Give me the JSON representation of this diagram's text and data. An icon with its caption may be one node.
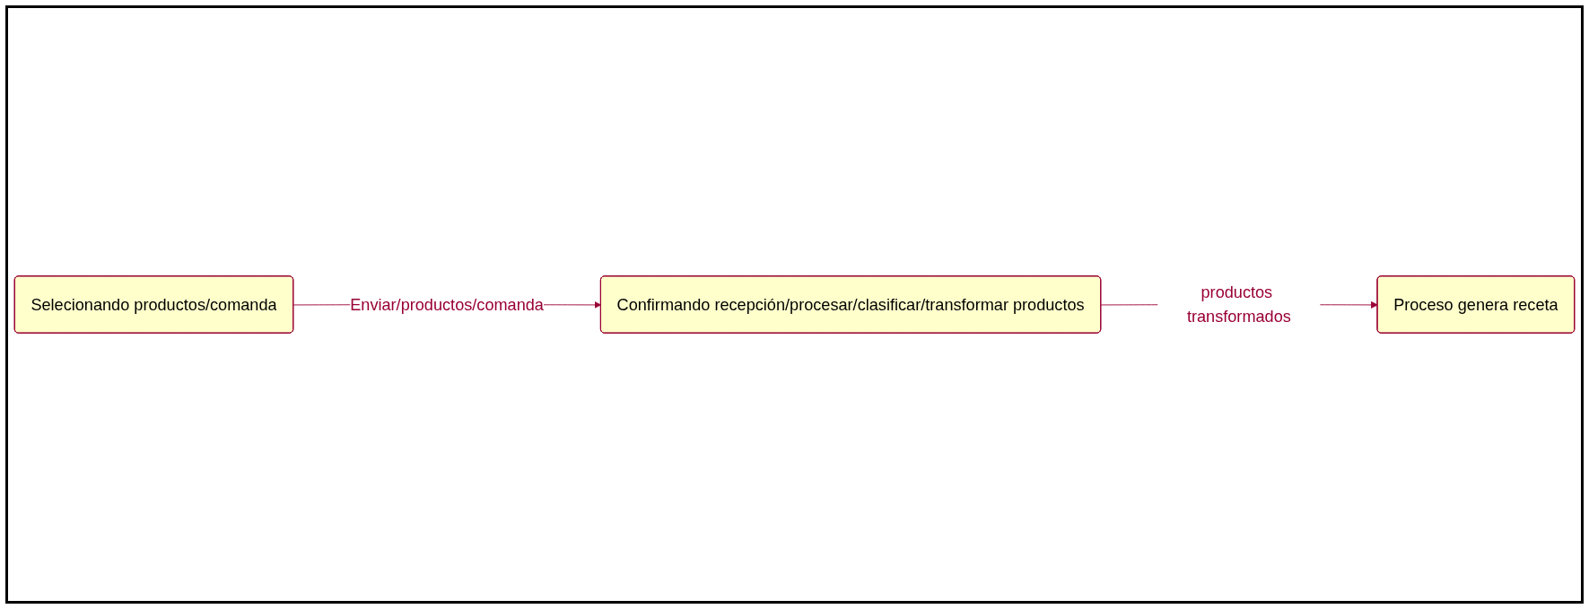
{
  "diagram": {
    "nodes": [
      {
        "text": [
          "Selecionando productos/comanda"
        ]
      },
      {
        "text": [
          "Confirmando recepción/procesar/clasificar/transformar productos"
        ]
      },
      {
        "text": [
          "Proceso genera receta"
        ]
      }
    ],
    "edges": [
      {
        "from": 0,
        "to": 1,
        "arrow": "to",
        "label": "Enviar/productos/comanda"
      },
      {
        "from": 1,
        "to": 2,
        "arrow": "to",
        "label": "productos transformados"
      }
    ]
  }
}
